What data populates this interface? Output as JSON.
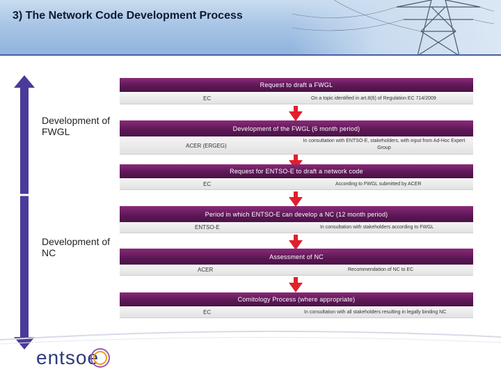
{
  "header": {
    "title": "3) The Network Code Development Process"
  },
  "phases": {
    "fwgl": "Development of FWGL",
    "nc": "Development of NC"
  },
  "steps": [
    {
      "label": "Request to draft a FWGL",
      "actor": "EC",
      "description": "On a topic identified in art.8(6) of Regulation EC 714/2009"
    },
    {
      "label": "Development of the  FWGL (6 month period)",
      "actor": "ACER (ERGEG)",
      "description": "In consultation with ENTSO-E, stakeholders, with input from Ad-Hoc Expert Group"
    },
    {
      "label": "Request for ENTSO-E to draft a network code",
      "actor": "EC",
      "description": "According to FWGL submitted by ACER"
    },
    {
      "label": "Period in which ENTSO-E can develop a NC (12 month period)",
      "actor": "ENTSO-E",
      "description": "In consultation with stakeholders according to FWGL"
    },
    {
      "label": "Assessment of NC",
      "actor": "ACER",
      "description": "Recommendation of NC to EC"
    },
    {
      "label": "Comitology  Process (where appropriate)",
      "actor": "EC",
      "description": "In consultation with all stakeholders resulting in legally binding NC"
    }
  ],
  "footer": {
    "logo": "entsoe"
  },
  "colors": {
    "step_bar": "#5d1856",
    "arrow_red": "#e0202c",
    "left_arrow": "#4a3a9a",
    "brand": "#2e3b78"
  }
}
